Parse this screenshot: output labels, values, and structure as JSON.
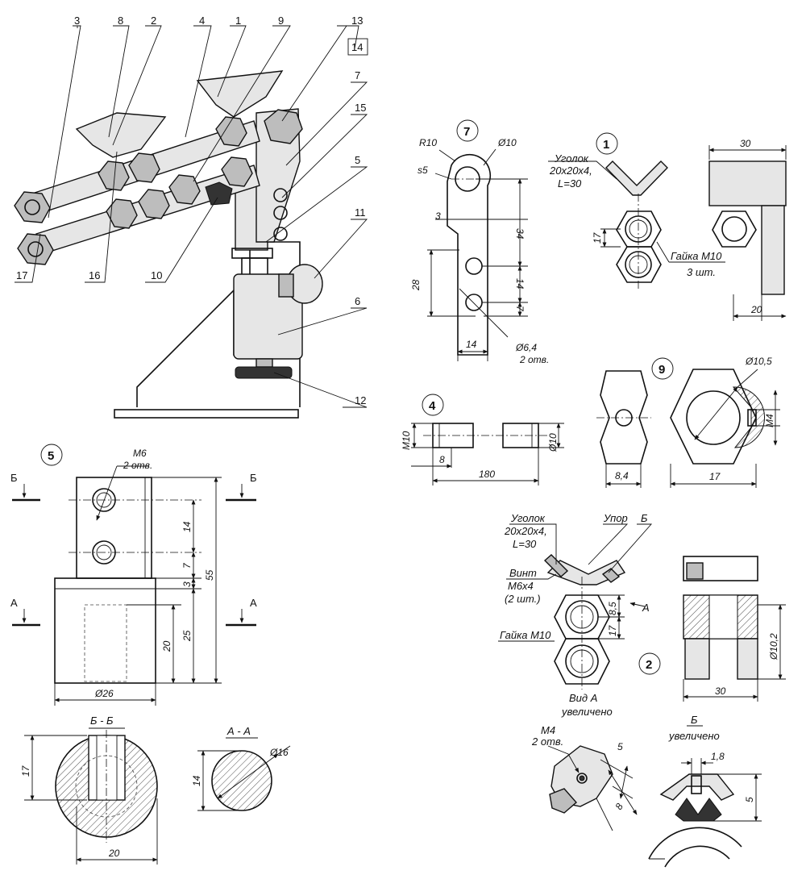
{
  "assembly_callouts": [
    "1",
    "2",
    "3",
    "4",
    "5",
    "6",
    "7",
    "8",
    "9",
    "10",
    "11",
    "12",
    "13",
    "14",
    "15",
    "16",
    "17"
  ],
  "part7": {
    "id": "7",
    "dims": [
      "R10",
      "Ø10",
      "s5",
      "3",
      "34",
      "28",
      "14",
      "7",
      "14",
      "Ø6,4",
      "2 отв."
    ]
  },
  "part1": {
    "id": "1",
    "angle_label": [
      "Уголок",
      "20x20x4,",
      "L=30"
    ],
    "nut_label": [
      "Гайка M10",
      "3 шт."
    ],
    "dims": [
      "30",
      "17",
      "20"
    ]
  },
  "part4": {
    "id": "4",
    "dims": [
      "M10",
      "8",
      "180",
      "Ø10"
    ]
  },
  "part9": {
    "id": "9",
    "dims": [
      "Ø10,5",
      "M4",
      "8,4",
      "17"
    ]
  },
  "part5": {
    "id": "5",
    "hole_label": [
      "M6",
      "2 отв."
    ],
    "section_b": "Б",
    "section_a": "А",
    "dims": [
      "14",
      "7",
      "3",
      "55",
      "25",
      "20",
      "Ø26"
    ]
  },
  "section_bb": {
    "title": "Б - Б",
    "dims": [
      "17",
      "20"
    ]
  },
  "section_aa": {
    "title": "А - А",
    "dims": [
      "14",
      "Ø16"
    ]
  },
  "part2": {
    "id": "2",
    "angle_label": [
      "Уголок",
      "20x20x4,",
      "L=30"
    ],
    "stop_label": "Упор",
    "b_label": "Б",
    "screw_label": [
      "Винт",
      "M6x4",
      "(2 шт.)"
    ],
    "nut_label": "Гайка M10",
    "view_a_arrow": "А",
    "dims": [
      "8,5",
      "17",
      "30",
      "Ø10,2"
    ]
  },
  "view_a": {
    "title": "Вид А",
    "subtitle": "увеличено",
    "hole_label": [
      "M4",
      "2 отв."
    ],
    "dims": [
      "5",
      "8"
    ]
  },
  "view_b": {
    "title": "Б",
    "subtitle": "увеличено",
    "dims": [
      "1,8",
      "5"
    ]
  }
}
